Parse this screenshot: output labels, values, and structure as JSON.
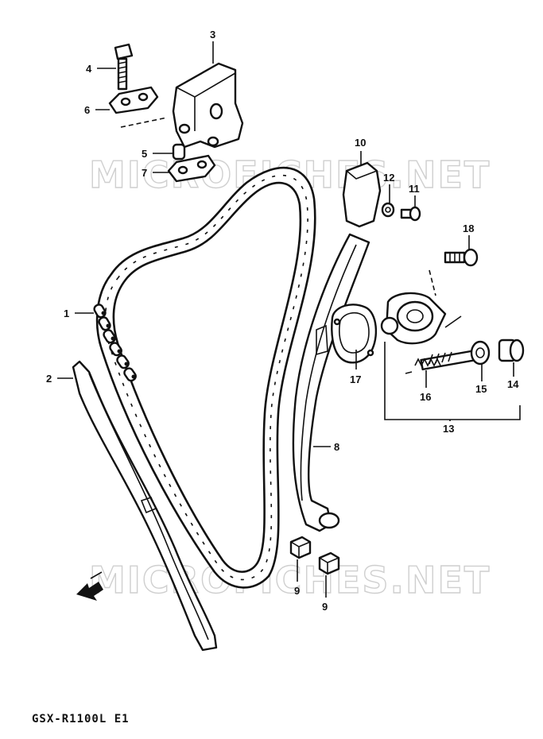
{
  "diagram": {
    "caption": "GSX-R1100L E1",
    "watermark": "MICROFICHES.NET",
    "callouts": [
      {
        "id": "c3",
        "text": "3"
      },
      {
        "id": "c4",
        "text": "4"
      },
      {
        "id": "c6",
        "text": "6"
      },
      {
        "id": "c5",
        "text": "5"
      },
      {
        "id": "c7",
        "text": "7"
      },
      {
        "id": "c10",
        "text": "10"
      },
      {
        "id": "c12",
        "text": "12"
      },
      {
        "id": "c11",
        "text": "11"
      },
      {
        "id": "c18",
        "text": "18"
      },
      {
        "id": "c1",
        "text": "1"
      },
      {
        "id": "c2",
        "text": "2"
      },
      {
        "id": "c17",
        "text": "17"
      },
      {
        "id": "c16",
        "text": "16"
      },
      {
        "id": "c15",
        "text": "15"
      },
      {
        "id": "c14",
        "text": "14"
      },
      {
        "id": "c13",
        "text": "13"
      },
      {
        "id": "c8",
        "text": "8"
      },
      {
        "id": "c9a",
        "text": "9"
      },
      {
        "id": "c9b",
        "text": "9"
      }
    ]
  }
}
